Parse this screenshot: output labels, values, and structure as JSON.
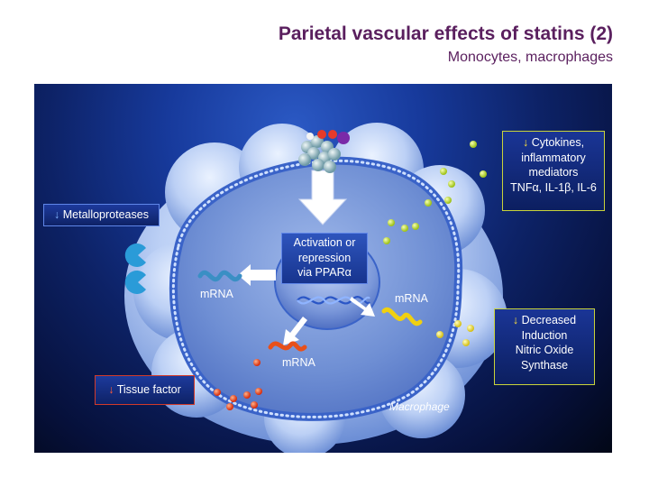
{
  "header": {
    "title": "Parietal vascular effects of statins (2)",
    "subtitle": "Monocytes, macrophages"
  },
  "diagram": {
    "activation_box": [
      "Activation or",
      "repression",
      "via PPARα"
    ],
    "mrna_label": "mRNA",
    "macrophage_label": "Macrophage",
    "metalloproteases": {
      "arrow": "↓",
      "text": "Metalloproteases"
    },
    "tissue_factor": {
      "arrow": "↓",
      "text": "Tissue factor"
    },
    "cytokines": {
      "arrow": "↓",
      "lines": [
        "Cytokines,",
        "inflammatory",
        "mediators",
        "TNFα, IL-1β, IL-6"
      ]
    },
    "nos": {
      "arrow": "↓",
      "lines": [
        "Decreased",
        "Induction",
        "Nitric Oxide",
        "Synthase"
      ]
    }
  }
}
